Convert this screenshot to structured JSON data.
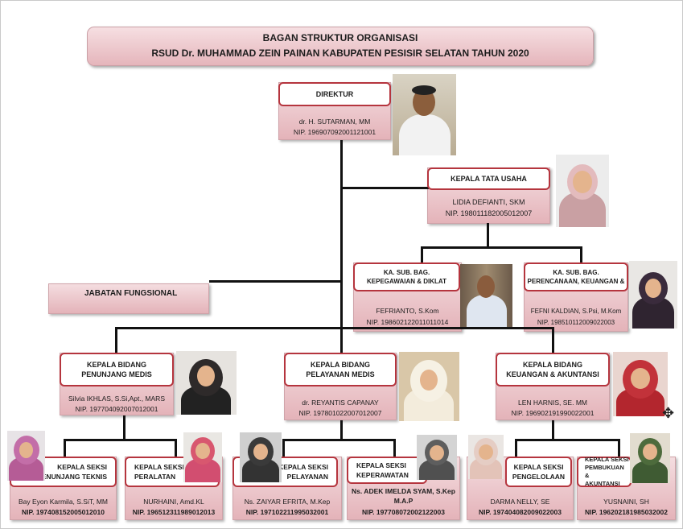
{
  "header": {
    "title_line1": "BAGAN STRUKTUR ORGANISASI",
    "title_line2": "RSUD Dr. MUHAMMAD ZEIN PAINAN KABUPATEN PESISIR SELATAN TAHUN 2020"
  },
  "direktur": {
    "title": "DIREKTUR",
    "name": "dr. H. SUTARMAN, MM",
    "nip": "NIP. 196907092001121001"
  },
  "tata_usaha": {
    "title": "KEPALA TATA USAHA",
    "name": "LIDIA DEFIANTI, SKM",
    "nip": "NIP. 198011182005012007"
  },
  "subbag_kepegawaian": {
    "title_line1": "KA. SUB. BAG.",
    "title_line2": "KEPEGAWAIAN & DIKLAT",
    "name": "FEFRIANTO, S.Kom",
    "nip": "NIP. 198602122011011014"
  },
  "subbag_perencanaan": {
    "title_line1": "KA. SUB. BAG.",
    "title_line2": "PERENCANAAN, KEUANGAN &",
    "name": "FEFNI KALDIAN, S.Psi, M.Kom",
    "nip": "NIP. 198510112009022003"
  },
  "jabatan_fungsional": {
    "title": "JABATAN FUNGSIONAL"
  },
  "bidang_penunjang": {
    "title_line1": "KEPALA BIDANG",
    "title_line2": "PENUNJANG MEDIS",
    "name": "Silvia IKHLAS, S.Si,Apt., MARS",
    "nip": "NIP. 197704092007012001"
  },
  "bidang_pelayanan": {
    "title_line1": "KEPALA BIDANG",
    "title_line2": "PELAYANAN MEDIS",
    "name": "dr. REYANTIS CAPANAY",
    "nip": "NIP. 197801022007012007"
  },
  "bidang_keuangan": {
    "title_line1": "KEPALA BIDANG",
    "title_line2": "KEUANGAN & AKUNTANSI",
    "name": "LEN HARNIS, SE. MM",
    "nip": "NIP. 196902191990022001"
  },
  "seksi": [
    {
      "title_line1": "KEPALA SEKSI",
      "title_line2": "PENUNJANG TEKNIS",
      "name": "Bay Eyon Karmila, S.SiT, MM",
      "nip": "NIP. 197408152005012010"
    },
    {
      "title_line1": "KEPALA SEKSI",
      "title_line2": "PERALATAN",
      "name": "NURHAINI, Amd.KL",
      "nip": "NIP. 196512311989012013"
    },
    {
      "title_line1": "KEPALA SEKSI",
      "title_line2": "PELAYANAN",
      "name": "Ns. ZAIYAR EFRITA, M.Kep",
      "nip": "NIP. 197102211995032001"
    },
    {
      "title_line1": "KEPALA SEKSI",
      "title_line2": "KEPERAWATAN",
      "name": "Ns. ADEK IMELDA SYAM, S.Kep",
      "name2": "M.A.P",
      "nip": "NIP. 197708072002122003"
    },
    {
      "title_line1": "KEPALA SEKSI",
      "title_line2": "PENGELOLAAN",
      "name": "DARMA NELLY, SE",
      "nip": "NIP. 197404082009022003"
    },
    {
      "title_line1": "KEPALA SEKSI",
      "title_line2": "PEMBUKUAN &",
      "title_line3": "AKUNTANSI",
      "name": "YUSNAINI, SH",
      "nip": "NIP. 196202181985032002"
    }
  ],
  "icons": {
    "cursor": "move-cursor-icon"
  },
  "colors": {
    "box_border": "#b5353e",
    "header_fill": "#e8bcc1",
    "line": "#111111"
  }
}
